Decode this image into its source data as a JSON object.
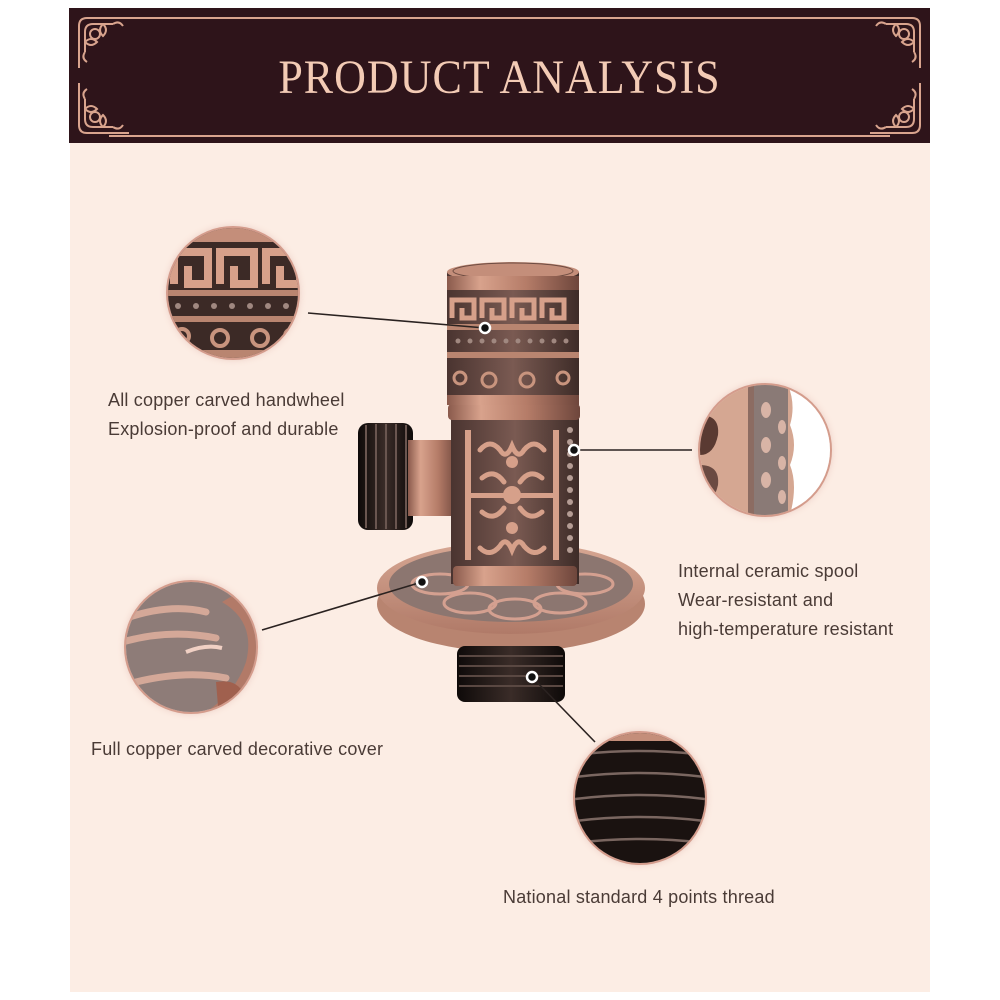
{
  "header": {
    "title": "PRODUCT ANALYSIS"
  },
  "colors": {
    "banner_bg": "#2e141a",
    "banner_ornament": "#d9a48e",
    "title_text": "#f3cbb5",
    "panel_bg": "#fcede4",
    "label_text": "#4a3b36",
    "copper": "#c98f78",
    "thread_black": "#1c1412"
  },
  "callouts": [
    {
      "id": "handwheel",
      "lines": [
        "All copper carved handwheel",
        "Explosion-proof and durable"
      ],
      "icon": "greek-key-handwheel-closeup"
    },
    {
      "id": "spool",
      "lines": [
        "Internal ceramic spool",
        "Wear-resistant and",
        "high-temperature resistant"
      ],
      "icon": "ribbed-body-closeup"
    },
    {
      "id": "cover",
      "lines": [
        "Full copper carved decorative cover"
      ],
      "icon": "carved-flange-closeup"
    },
    {
      "id": "thread",
      "lines": [
        "National standard 4 points thread"
      ],
      "icon": "black-thread-closeup"
    }
  ],
  "product": {
    "name": "Antique copper angle valve",
    "icon": "angle-valve"
  }
}
